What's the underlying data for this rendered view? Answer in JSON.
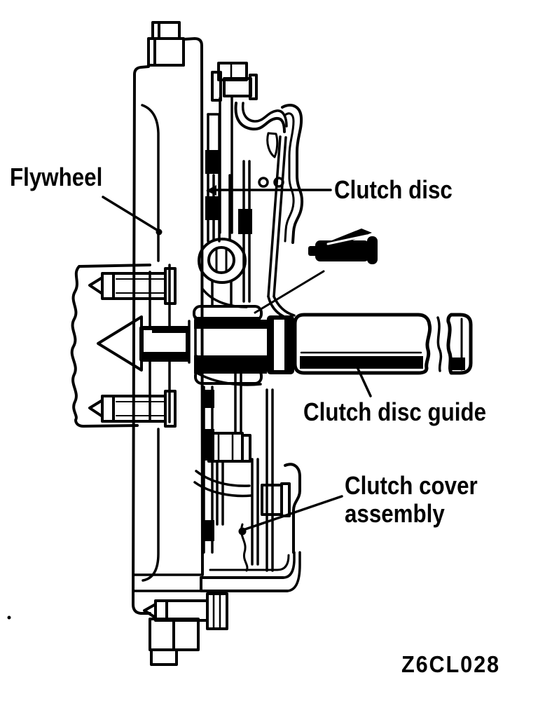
{
  "figure": {
    "code": "Z6CL028",
    "subject_labels_count": 4
  },
  "labels": {
    "flywheel": "Flywheel",
    "clutch_disc": "Clutch disc",
    "clutch_disc_guide": "Clutch disc guide",
    "clutch_cover_line1": "Clutch cover",
    "clutch_cover_line2": "assembly"
  },
  "colors": {
    "ink": "#000000",
    "paper": "#ffffff"
  }
}
